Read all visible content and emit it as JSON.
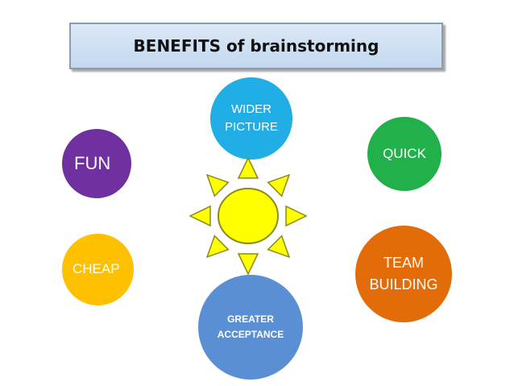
{
  "title": "BENEFITS of brainstorming",
  "bubbles": {
    "wider_picture": "WIDER\nPICTURE",
    "fun": "FUN",
    "quick": "QUICK",
    "cheap": "CHEAP",
    "team_building": "TEAM\nBUILDING",
    "greater_acceptance": "GREATER\nACCEPTANCE"
  },
  "colors": {
    "wider_picture": "#21aee6",
    "fun": "#7030a0",
    "quick": "#21b04a",
    "cheap": "#ffc000",
    "team_building": "#e36c09",
    "greater_acceptance": "#5b8fd4",
    "sun_fill": "#ffff00",
    "sun_stroke": "#8a8a1a",
    "title_bg": "#c6d9f1"
  },
  "icons": {
    "center": "sun-icon"
  }
}
